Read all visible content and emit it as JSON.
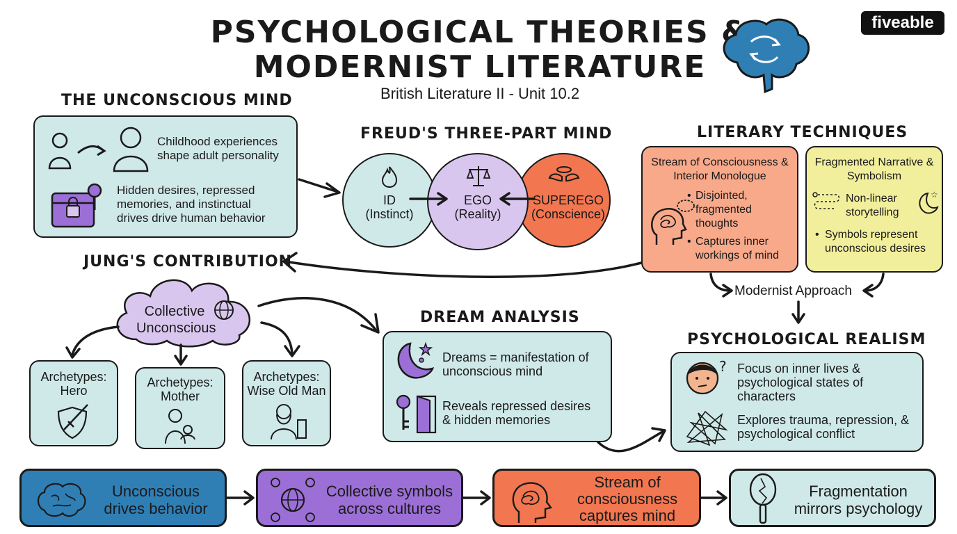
{
  "header": {
    "title_line1": "PSYCHOLOGICAL THEORIES &",
    "title_line2": "MODERNIST LITERATURE",
    "subtitle": "British Literature II - Unit 10.2",
    "logo_text": "fiveable"
  },
  "unconscious": {
    "heading": "THE UNCONSCIOUS MIND",
    "item1": "Childhood experiences shape adult personality",
    "item2": "Hidden desires, repressed memories, and instinctual drives drive human behavior"
  },
  "freud": {
    "heading": "FREUD'S THREE-PART MIND",
    "id_name": "ID",
    "id_sub": "(Instinct)",
    "ego_name": "EGO",
    "ego_sub": "(Reality)",
    "superego_name": "SUPEREGO",
    "superego_sub": "(Conscience)"
  },
  "techniques": {
    "heading": "LITERARY TECHNIQUES",
    "stream_title": "Stream of Consciousness & Interior Monologue",
    "stream_b1": "Disjointed, fragmented thoughts",
    "stream_b2": "Captures inner workings of mind",
    "frag_title": "Fragmented Narrative & Symbolism",
    "frag_b1": "Non-linear storytelling",
    "frag_b2": "Symbols represent unconscious desires",
    "approach": "Modernist Approach"
  },
  "jung": {
    "heading": "JUNG'S CONTRIBUTION",
    "cloud": "Collective Unconscious",
    "arch1": "Archetypes: Hero",
    "arch2": "Archetypes: Mother",
    "arch3": "Archetypes: Wise Old Man"
  },
  "dream": {
    "heading": "DREAM ANALYSIS",
    "item1": "Dreams = manifestation of unconscious mind",
    "item2": "Reveals repressed desires & hidden memories"
  },
  "realism": {
    "heading": "PSYCHOLOGICAL REALISM",
    "item1": "Focus on inner lives & psychological states of characters",
    "item2": "Explores trauma, repression, & psychological conflict"
  },
  "flow": {
    "step1": "Unconscious drives behavior",
    "step2": "Collective symbols across cultures",
    "step3": "Stream of consciousness captures mind",
    "step4": "Fragmentation mirrors psychology"
  },
  "colors": {
    "teal": "#cfe9e8",
    "salmon": "#f7a98a",
    "yellow": "#f1ef9c",
    "lavender": "#d9c6ef",
    "blue": "#2f7fb5",
    "purple": "#9b6fd6",
    "orange": "#f2764f"
  }
}
